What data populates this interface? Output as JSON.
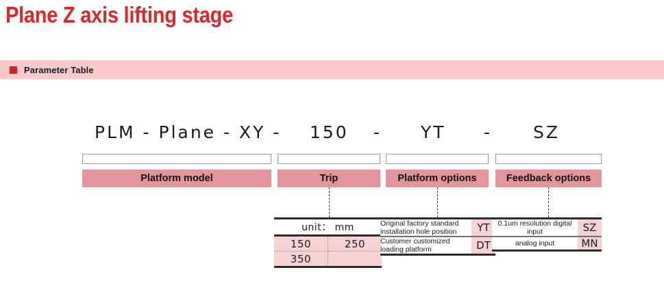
{
  "page": {
    "title": "Plane Z axis lifting stage"
  },
  "section": {
    "bullet_color": "#CC2229",
    "title": "Parameter Table",
    "bar_color": "#F9C9CC"
  },
  "colors": {
    "title_red": "#D9272E",
    "label_pink": "#E4959B",
    "cell_pink": "#F7D2D2",
    "bar_pink": "#F9C9CC"
  },
  "model_code": {
    "tokens": [
      "PLM - Plane - XY -",
      "150",
      "YT",
      "SZ"
    ],
    "separators": [
      "-",
      "-"
    ],
    "dash1": "-",
    "dash2": "-"
  },
  "categories": [
    {
      "label": "Platform model"
    },
    {
      "label": "Trip"
    },
    {
      "label": "Platform options"
    },
    {
      "label": "Feedback options"
    }
  ],
  "trip_table": {
    "unit_header": "unit： mm",
    "values": [
      [
        "150",
        "250"
      ],
      [
        "350",
        ""
      ]
    ]
  },
  "platform_options_table": {
    "rows": [
      {
        "description": "Original factory standard installation hole position",
        "code": "YT"
      },
      {
        "description": "Customer customized loading platform",
        "code": "DT"
      }
    ]
  },
  "feedback_options_table": {
    "rows": [
      {
        "description": "0.1um resolution digital input",
        "code": "SZ"
      },
      {
        "description": "analog input",
        "code": "MN"
      }
    ]
  }
}
